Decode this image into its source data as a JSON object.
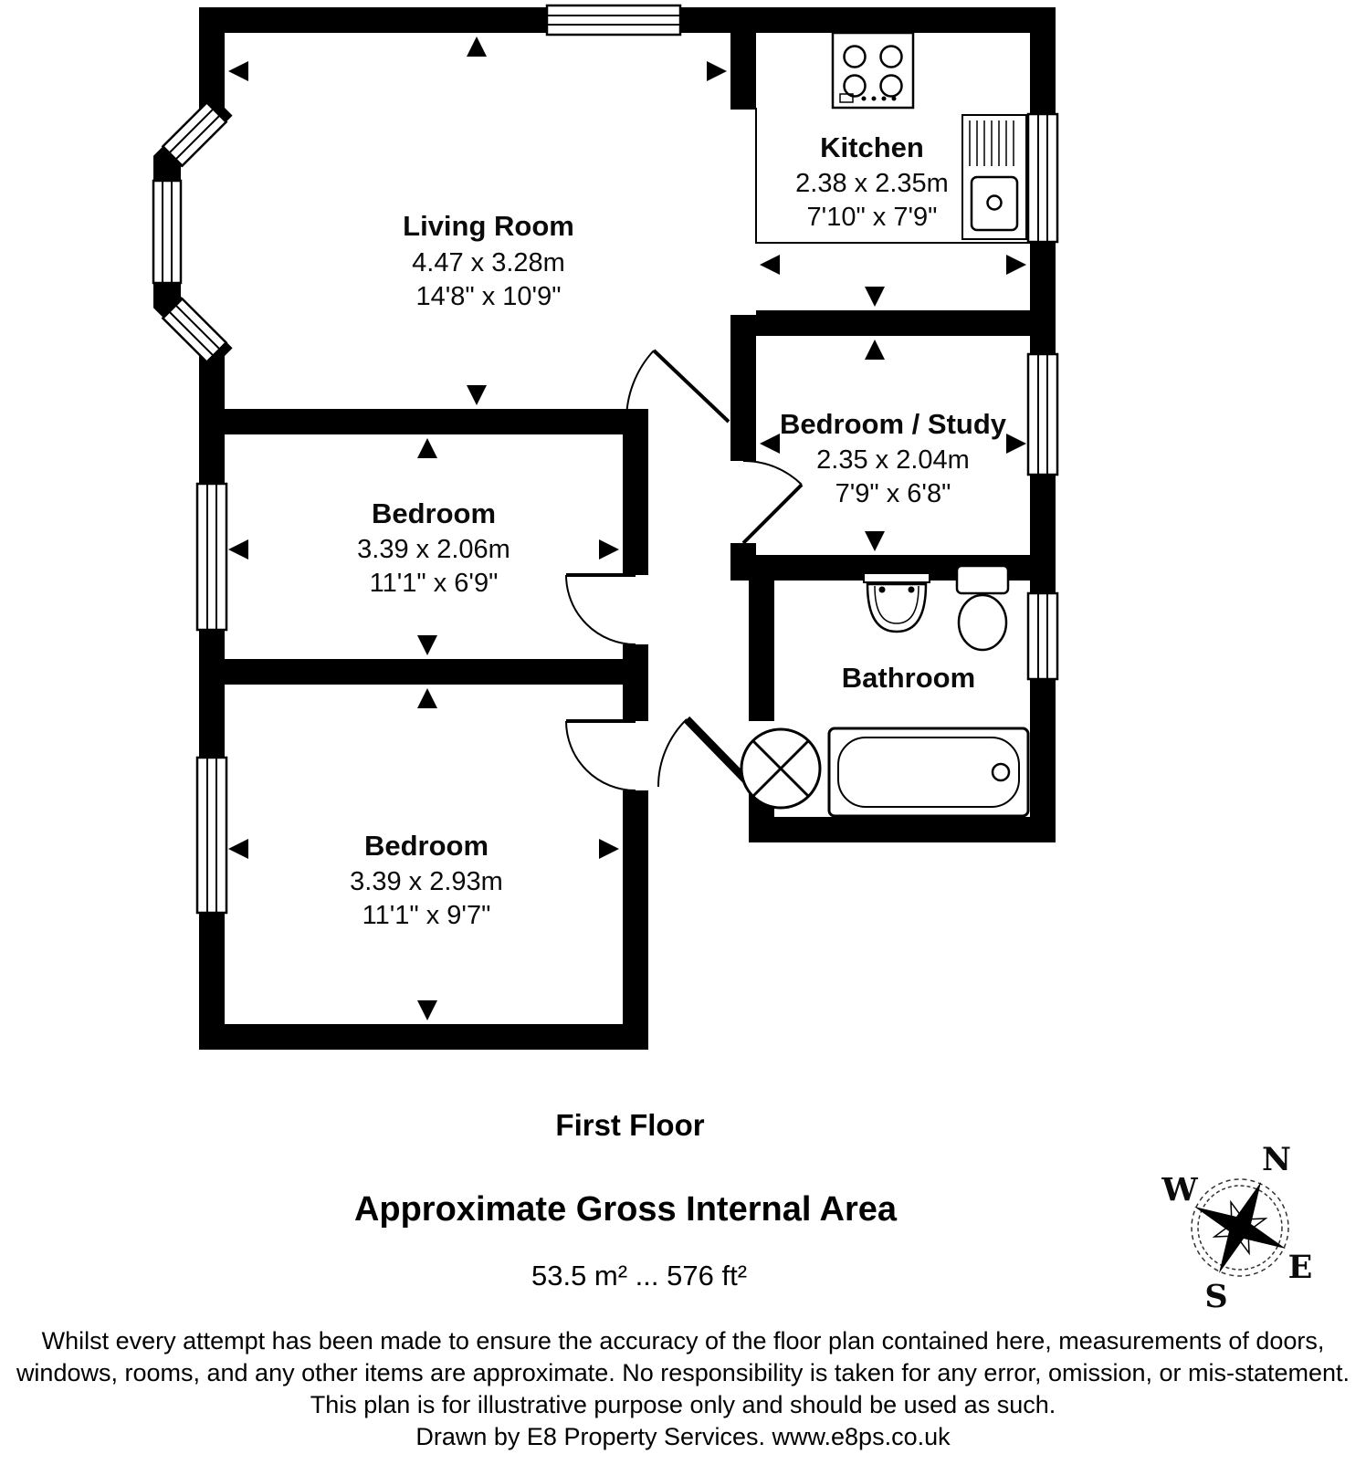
{
  "plan": {
    "rooms": {
      "living_room": {
        "name": "Living Room",
        "metric": "4.47 x 3.28m",
        "imperial": "14'8\" x 10'9\""
      },
      "kitchen": {
        "name": "Kitchen",
        "metric": "2.38 x 2.35m",
        "imperial": "7'10\" x 7'9\""
      },
      "bedroom_study": {
        "name": "Bedroom / Study",
        "metric": "2.35 x 2.04m",
        "imperial": "7'9\" x 6'8\""
      },
      "bedroom_mid": {
        "name": "Bedroom",
        "metric": "3.39 x 2.06m",
        "imperial": "11'1\" x 6'9\""
      },
      "bathroom": {
        "name": "Bathroom"
      },
      "bedroom_bottom": {
        "name": "Bedroom",
        "metric": "3.39 x 2.93m",
        "imperial": "11'1\" x 9'7\""
      }
    },
    "compass": {
      "north": "N",
      "east": "E",
      "south": "S",
      "west": "W"
    }
  },
  "footer": {
    "floor_label": "First Floor",
    "area_title": "Approximate Gross Internal Area",
    "area_value": "53.5 m² ... 576 ft²",
    "disclaimer_line1": "Whilst every attempt has been made to ensure the accuracy of the floor plan contained here, measurements of doors,",
    "disclaimer_line2": "windows, rooms, and any other items are approximate. No responsibility is taken for any error, omission, or mis-statement.",
    "disclaimer_line3": "This plan is for illustrative purpose only and should be used as such.",
    "disclaimer_line4": "Drawn by E8 Property Services. www.e8ps.co.uk"
  },
  "colors": {
    "wall": "#000000",
    "background": "#ffffff"
  }
}
